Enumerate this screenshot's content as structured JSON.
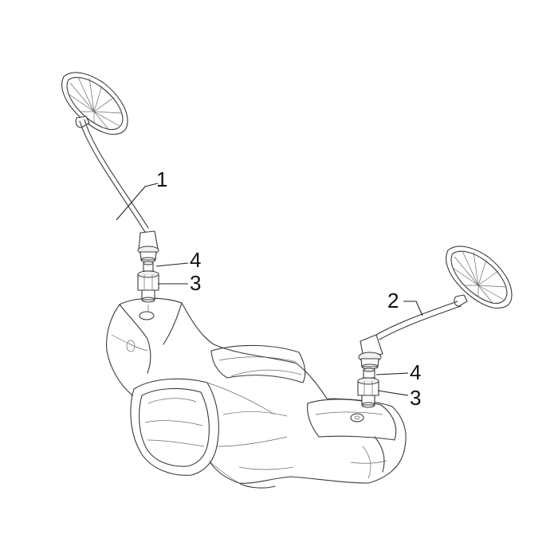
{
  "callouts": {
    "mirror_left": "1",
    "mirror_right": "2",
    "nut_left": "3",
    "washer_left": "4",
    "nut_right": "3",
    "washer_right": "4"
  }
}
